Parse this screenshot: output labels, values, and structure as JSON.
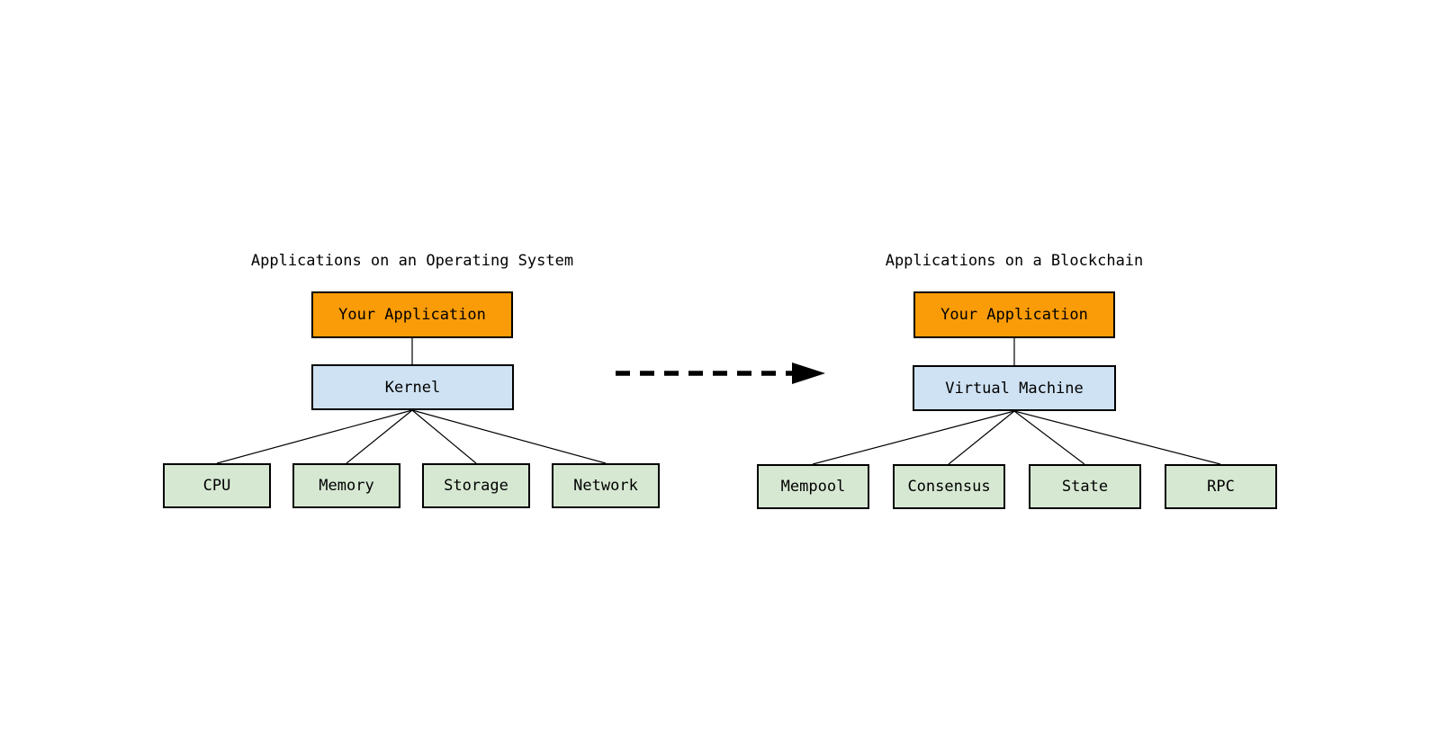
{
  "diagrams": {
    "os": {
      "title": "Applications on an Operating System",
      "app": "Your Application",
      "platform": "Kernel",
      "components": [
        "CPU",
        "Memory",
        "Storage",
        "Network"
      ]
    },
    "blockchain": {
      "title": "Applications on a Blockchain",
      "app": "Your Application",
      "platform": "Virtual Machine",
      "components": [
        "Mempool",
        "Consensus",
        "State",
        "RPC"
      ]
    }
  },
  "arrow": {
    "icon": "dashed-arrow-right-icon",
    "direction": "left-to-right"
  },
  "colors": {
    "app_box_fill": "#FA9C08",
    "platform_box_fill": "#CFE2F3",
    "component_box_fill": "#D6E8D2",
    "box_border": "#000000",
    "connector_line": "#000000",
    "arrow": "#000000",
    "text": "#000000",
    "background": "#FFFFFF"
  }
}
